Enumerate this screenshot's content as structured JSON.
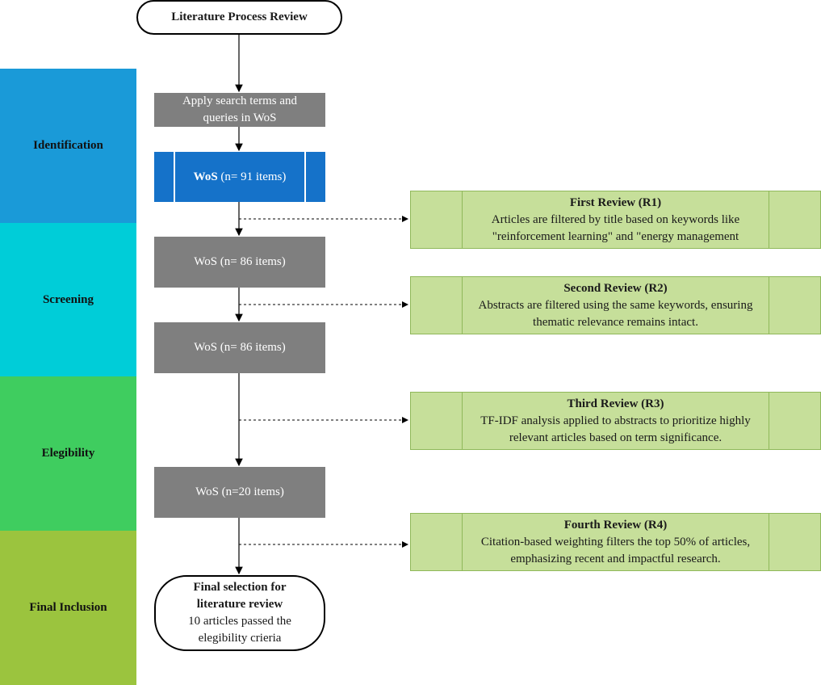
{
  "title": "Literature Process Review",
  "phases": [
    {
      "label": "Identification",
      "color": "#1a9ad8"
    },
    {
      "label": "Screening",
      "color": "#00cdd8"
    },
    {
      "label": "Elegibility",
      "color": "#3fcd5f"
    },
    {
      "label": "Final Inclusion",
      "color": "#9bc43e"
    }
  ],
  "steps": {
    "search": "Apply search terms and queries in WoS",
    "wos91_bold": "WoS",
    "wos91_rest": " (n= 91 items)",
    "wos86a": "WoS (n= 86 items)",
    "wos86b": "WoS (n= 86 items)",
    "wos20": "WoS (n=20 items)"
  },
  "final": {
    "title": "Final selection for literature review",
    "text": "10 articles passed the elegibility crieria"
  },
  "reviews": [
    {
      "title": "First Review (R1)",
      "text": "Articles are filtered by title based on keywords like \"reinforcement learning\" and \"energy management"
    },
    {
      "title": "Second Review (R2)",
      "text": "Abstracts are filtered using the same keywords, ensuring thematic relevance remains intact."
    },
    {
      "title": "Third Review (R3)",
      "text": "TF-IDF analysis applied to abstracts to prioritize highly relevant articles based on term significance."
    },
    {
      "title": "Fourth Review (R4)",
      "text": "Citation-based weighting filters the top 50% of articles, emphasizing recent and impactful research."
    }
  ]
}
